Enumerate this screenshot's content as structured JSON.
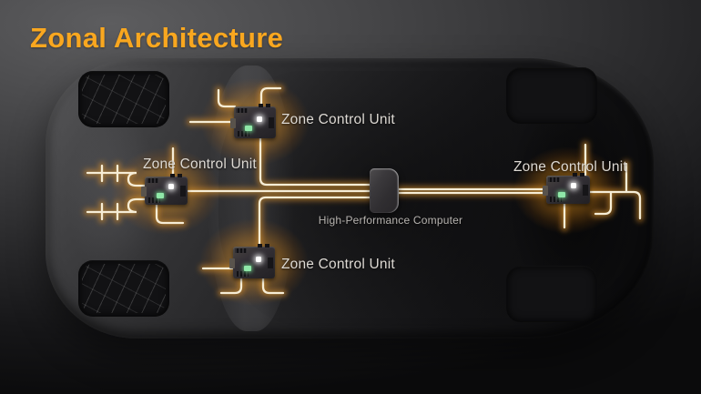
{
  "title": "Zonal Architecture",
  "labels": {
    "zcu_top": "Zone Control Unit",
    "zcu_left": "Zone Control Unit",
    "zcu_right": "Zone Control Unit",
    "zcu_bottom": "Zone Control Unit",
    "hpc": "High-Performance Computer"
  },
  "diagram": {
    "type": "zonal-vehicle-architecture",
    "nodes": [
      {
        "id": "zcu-top",
        "label": "Zone Control Unit"
      },
      {
        "id": "zcu-left",
        "label": "Zone Control Unit"
      },
      {
        "id": "zcu-right",
        "label": "Zone Control Unit"
      },
      {
        "id": "zcu-bottom",
        "label": "Zone Control Unit"
      },
      {
        "id": "hpc",
        "label": "High-Performance Computer"
      }
    ],
    "connections": [
      {
        "from": "zcu-top",
        "to": "hpc"
      },
      {
        "from": "zcu-left",
        "to": "hpc"
      },
      {
        "from": "zcu-bottom",
        "to": "hpc"
      },
      {
        "from": "zcu-right",
        "to": "hpc"
      }
    ]
  },
  "colors": {
    "title_text": "#F9A71F",
    "wire_core": "#F6EDD6",
    "wire_glow": "#D4912C",
    "node_label_text": "#DDD9D3",
    "hpc_label_text": "#B6B3AF",
    "background_top": "#5D5D5F",
    "background_bottom": "#0B0B0C"
  }
}
